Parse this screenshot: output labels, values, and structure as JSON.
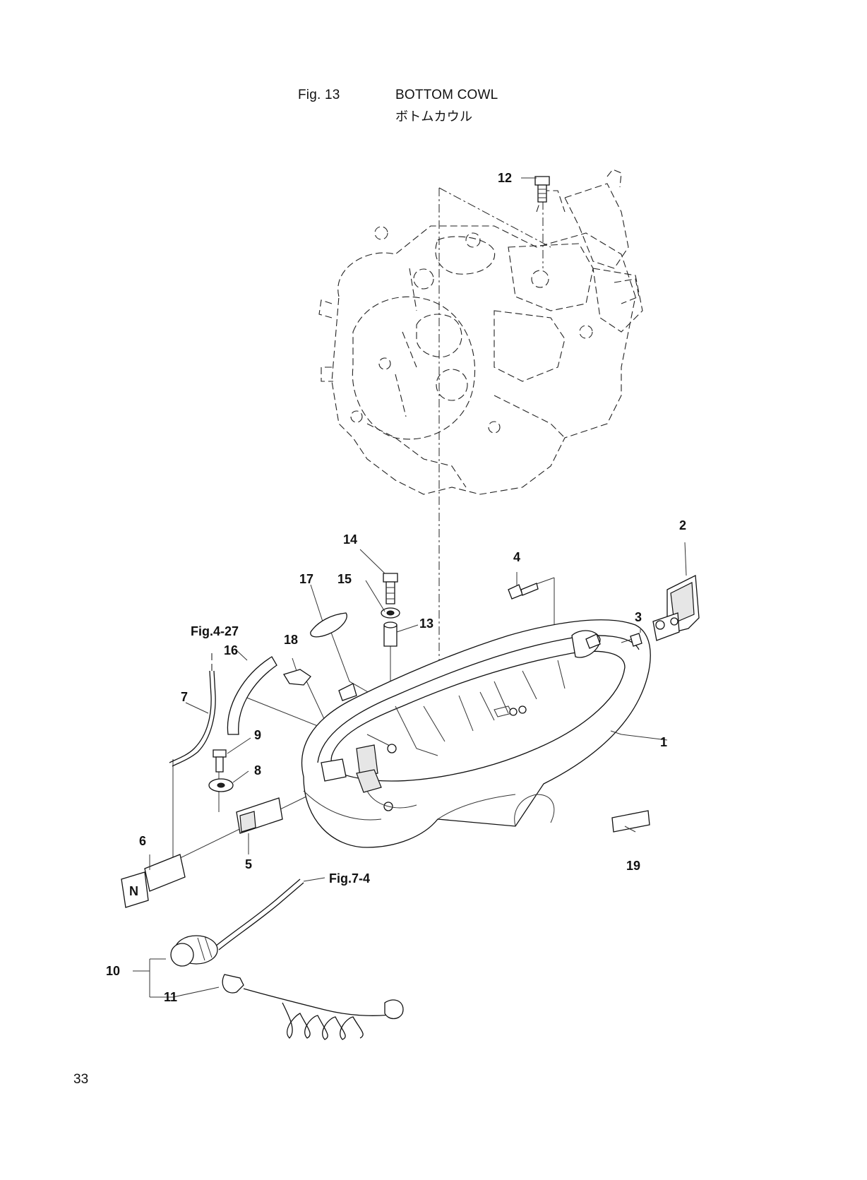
{
  "header": {
    "figure": "Fig. 13",
    "title_en": "BOTTOM COWL",
    "title_jp": "ボトムカウル"
  },
  "callouts": {
    "c1": "1",
    "c2": "2",
    "c3": "3",
    "c4": "4",
    "c5": "5",
    "c6": "6",
    "c7": "7",
    "c8": "8",
    "c9": "9",
    "c10": "10",
    "c11": "11",
    "c12": "12",
    "c13": "13",
    "c14": "14",
    "c15": "15",
    "c16": "16",
    "c17": "17",
    "c18": "18",
    "c19": "19"
  },
  "references": {
    "fig4_27": "Fig.4-27",
    "fig7_4": "Fig.7-4"
  },
  "switch_letter": "N",
  "page_number": "33"
}
